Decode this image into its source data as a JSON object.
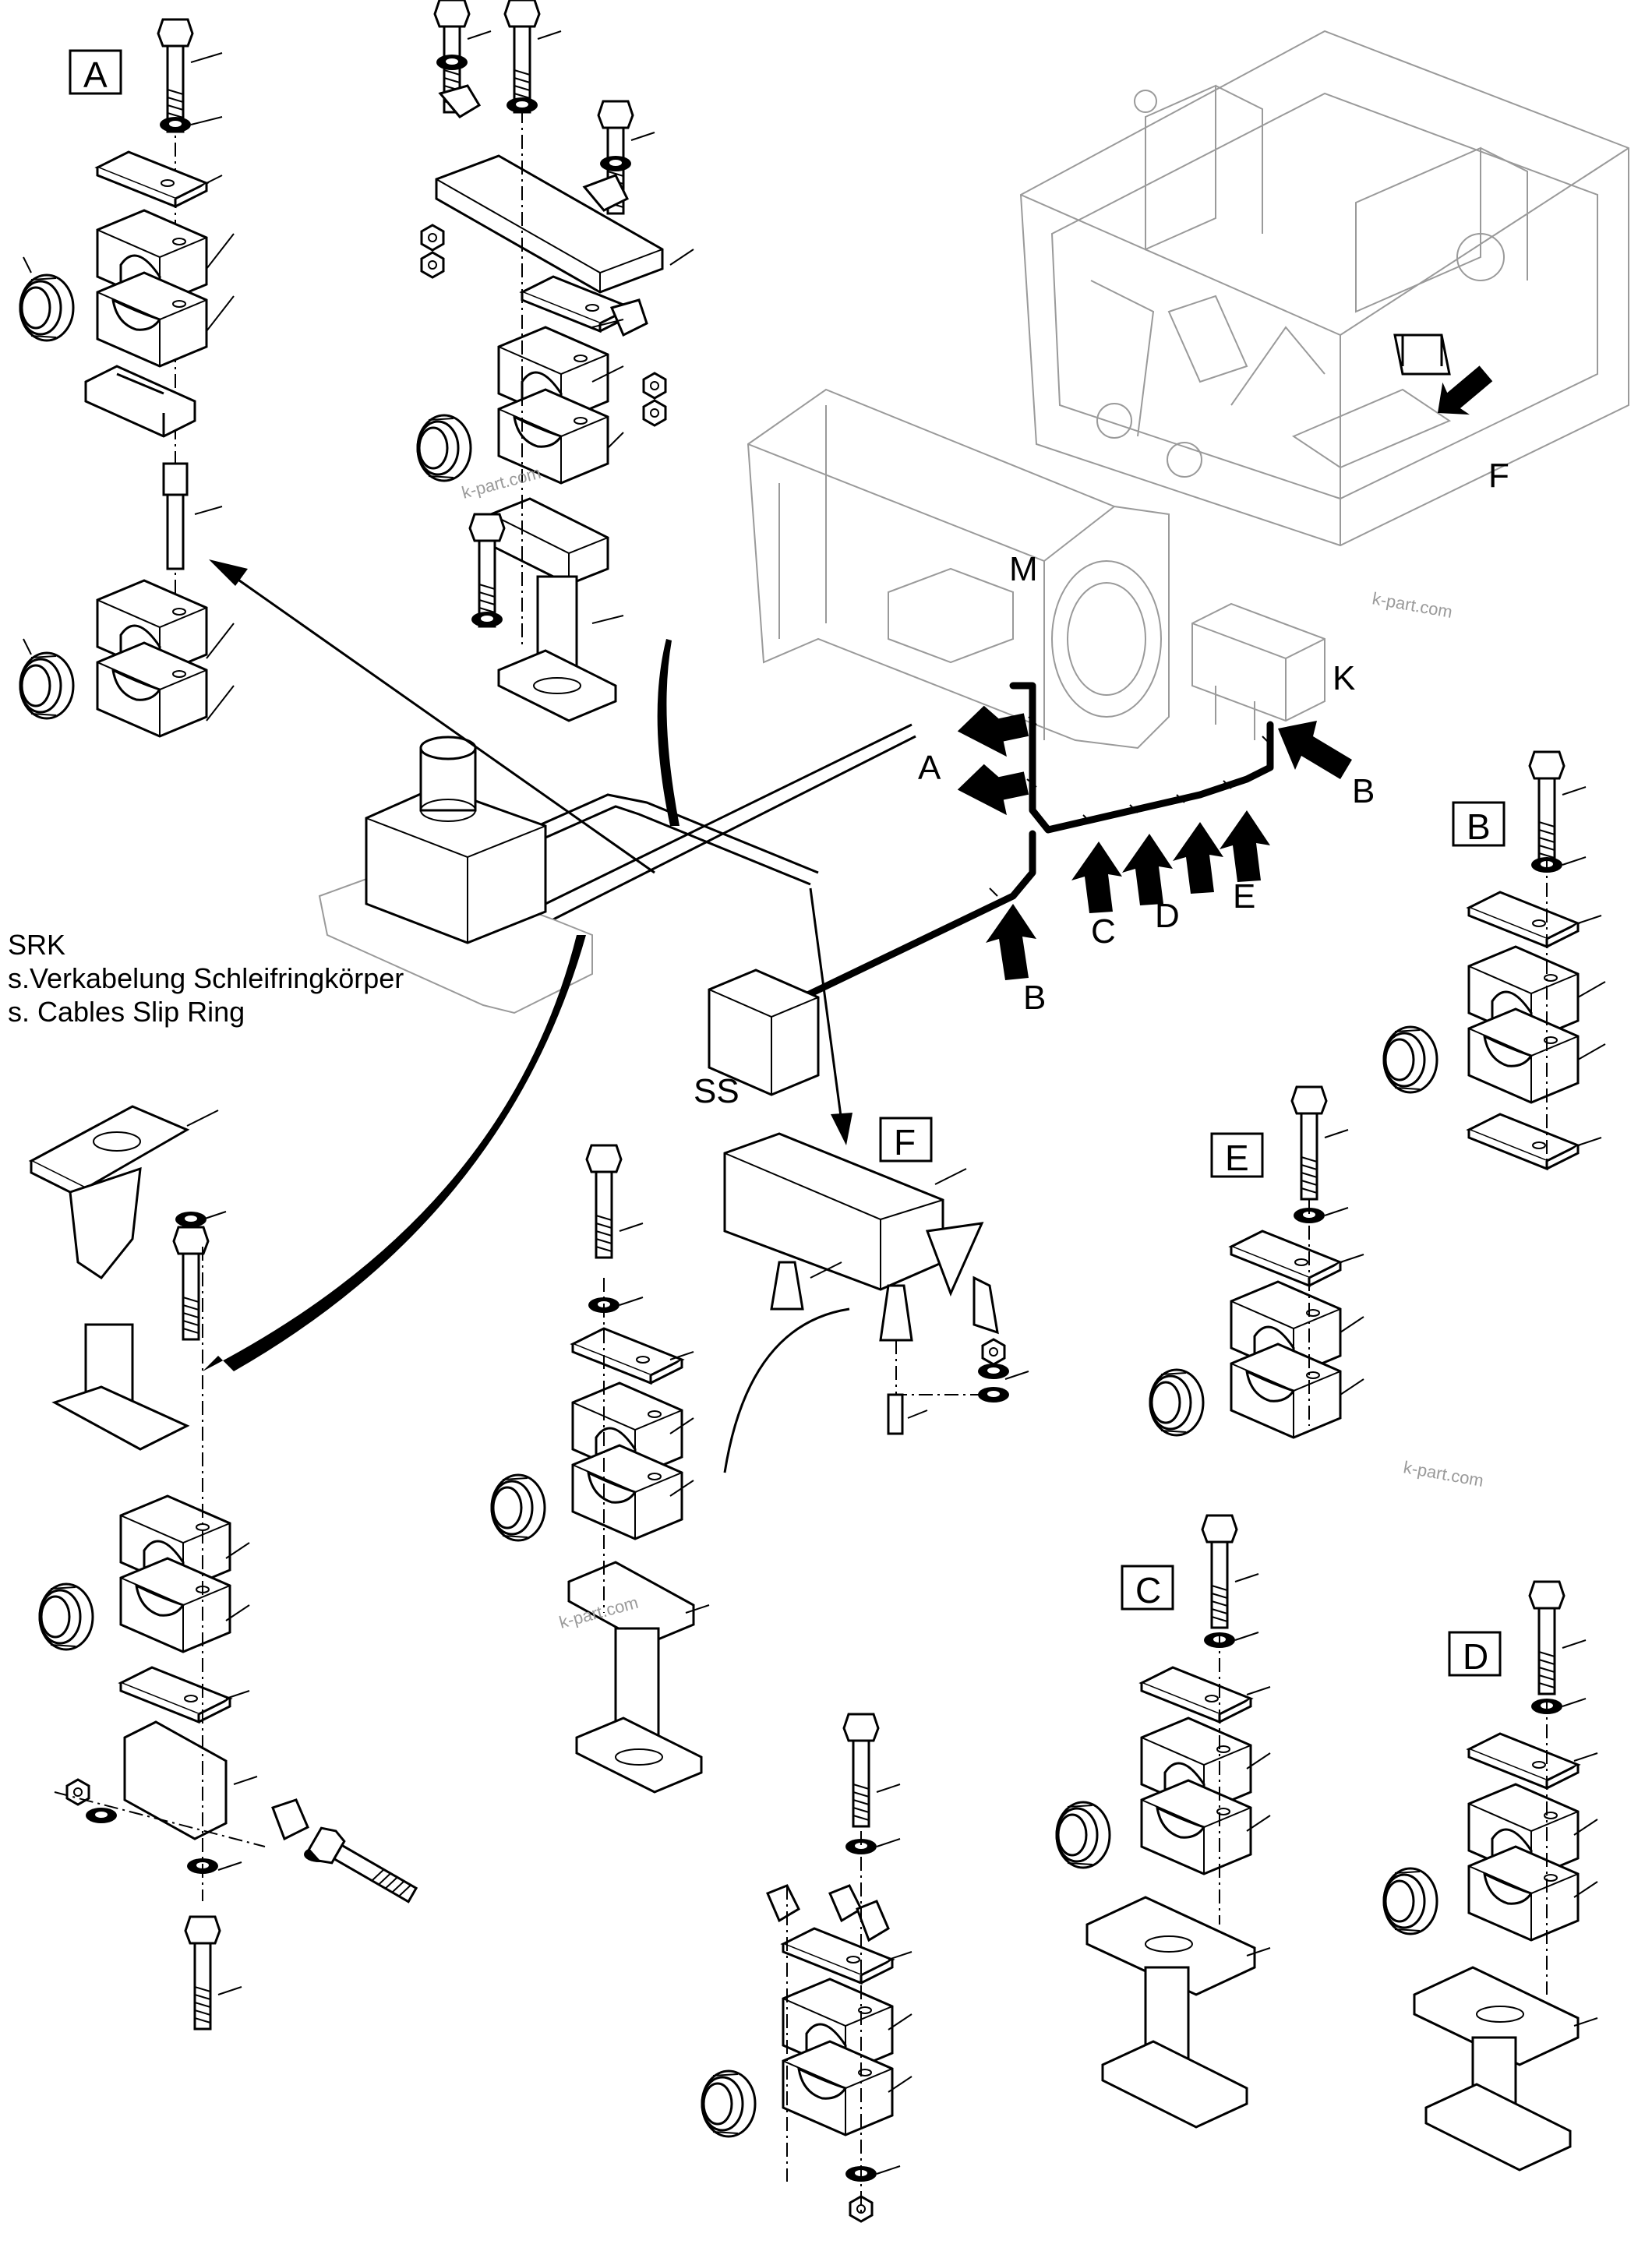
{
  "labels": {
    "view_a": "A",
    "view_b": "B",
    "view_c": "C",
    "view_d": "D",
    "view_e": "E",
    "view_f": "F",
    "m": "M",
    "k": "K",
    "ss": "SS",
    "f_main": "F",
    "arrow_a": "A",
    "arrow_b_right": "B",
    "arrow_b_left": "B",
    "arrow_c": "C",
    "arrow_d": "D",
    "arrow_e": "E"
  },
  "notes": {
    "srk": "SRK",
    "srk_de": "s.Verkabelung Schleifringkörper",
    "srk_en": "s. Cables Slip Ring"
  },
  "watermarks": {
    "w1": "k-part.com",
    "w2": "k-part.com",
    "w3": "k-part.com",
    "w4": "k-part.com"
  }
}
